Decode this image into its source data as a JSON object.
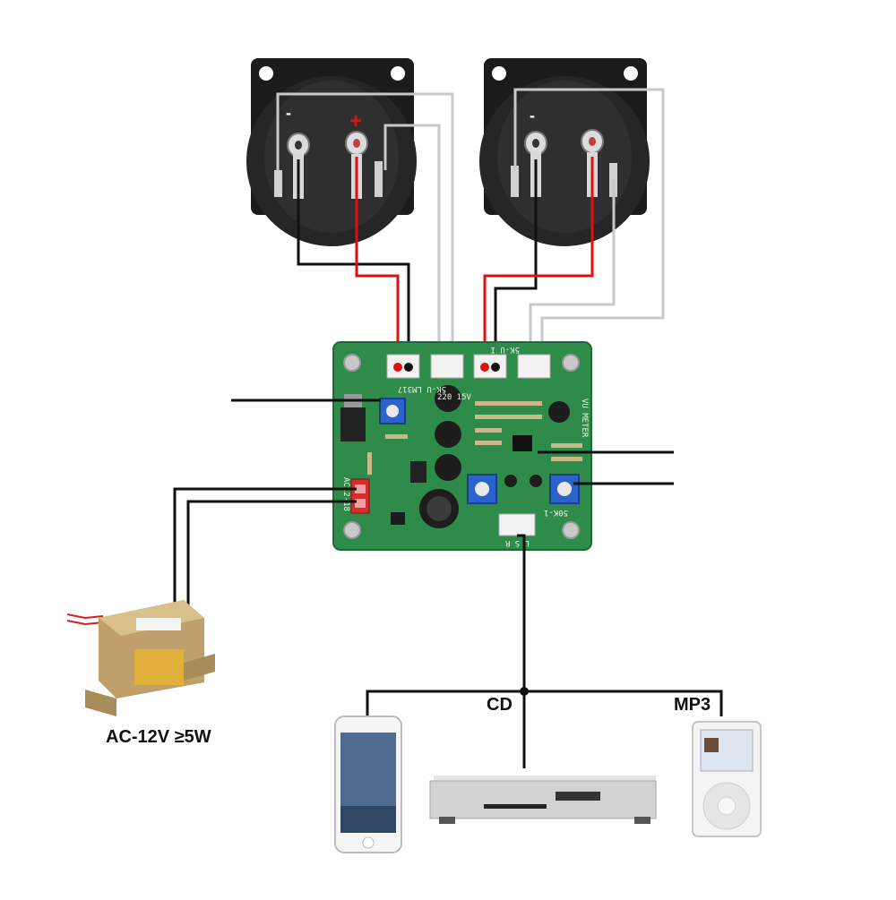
{
  "labels": {
    "transformer_spec": "AC-12V ≥5W",
    "cd": "CD",
    "mp3": "MP3"
  },
  "board_silkscreen": {
    "header_left": "5K-U  LM317",
    "header_right": "5K-U I",
    "power_input": "AC12-18",
    "meter_title": "VU METER",
    "audio_input": "L S R",
    "pot_label": "50K-1",
    "cap_value": "220 15V"
  },
  "meter_terminals": {
    "minus": "-",
    "plus": "+"
  },
  "colors": {
    "pcb": "#2e8b4a",
    "signal_wire": "#e01010",
    "ground_wire": "#111111",
    "lamp_wire": "#c8c8c8",
    "meter_body": "#1b1b1b"
  },
  "icons": {
    "vu_meter_left": "vu-meter-icon",
    "vu_meter_right": "vu-meter-icon",
    "transformer": "transformer-icon",
    "phone": "smartphone-icon",
    "cd_player": "cd-player-icon",
    "mp3_player": "mp3-player-icon"
  }
}
